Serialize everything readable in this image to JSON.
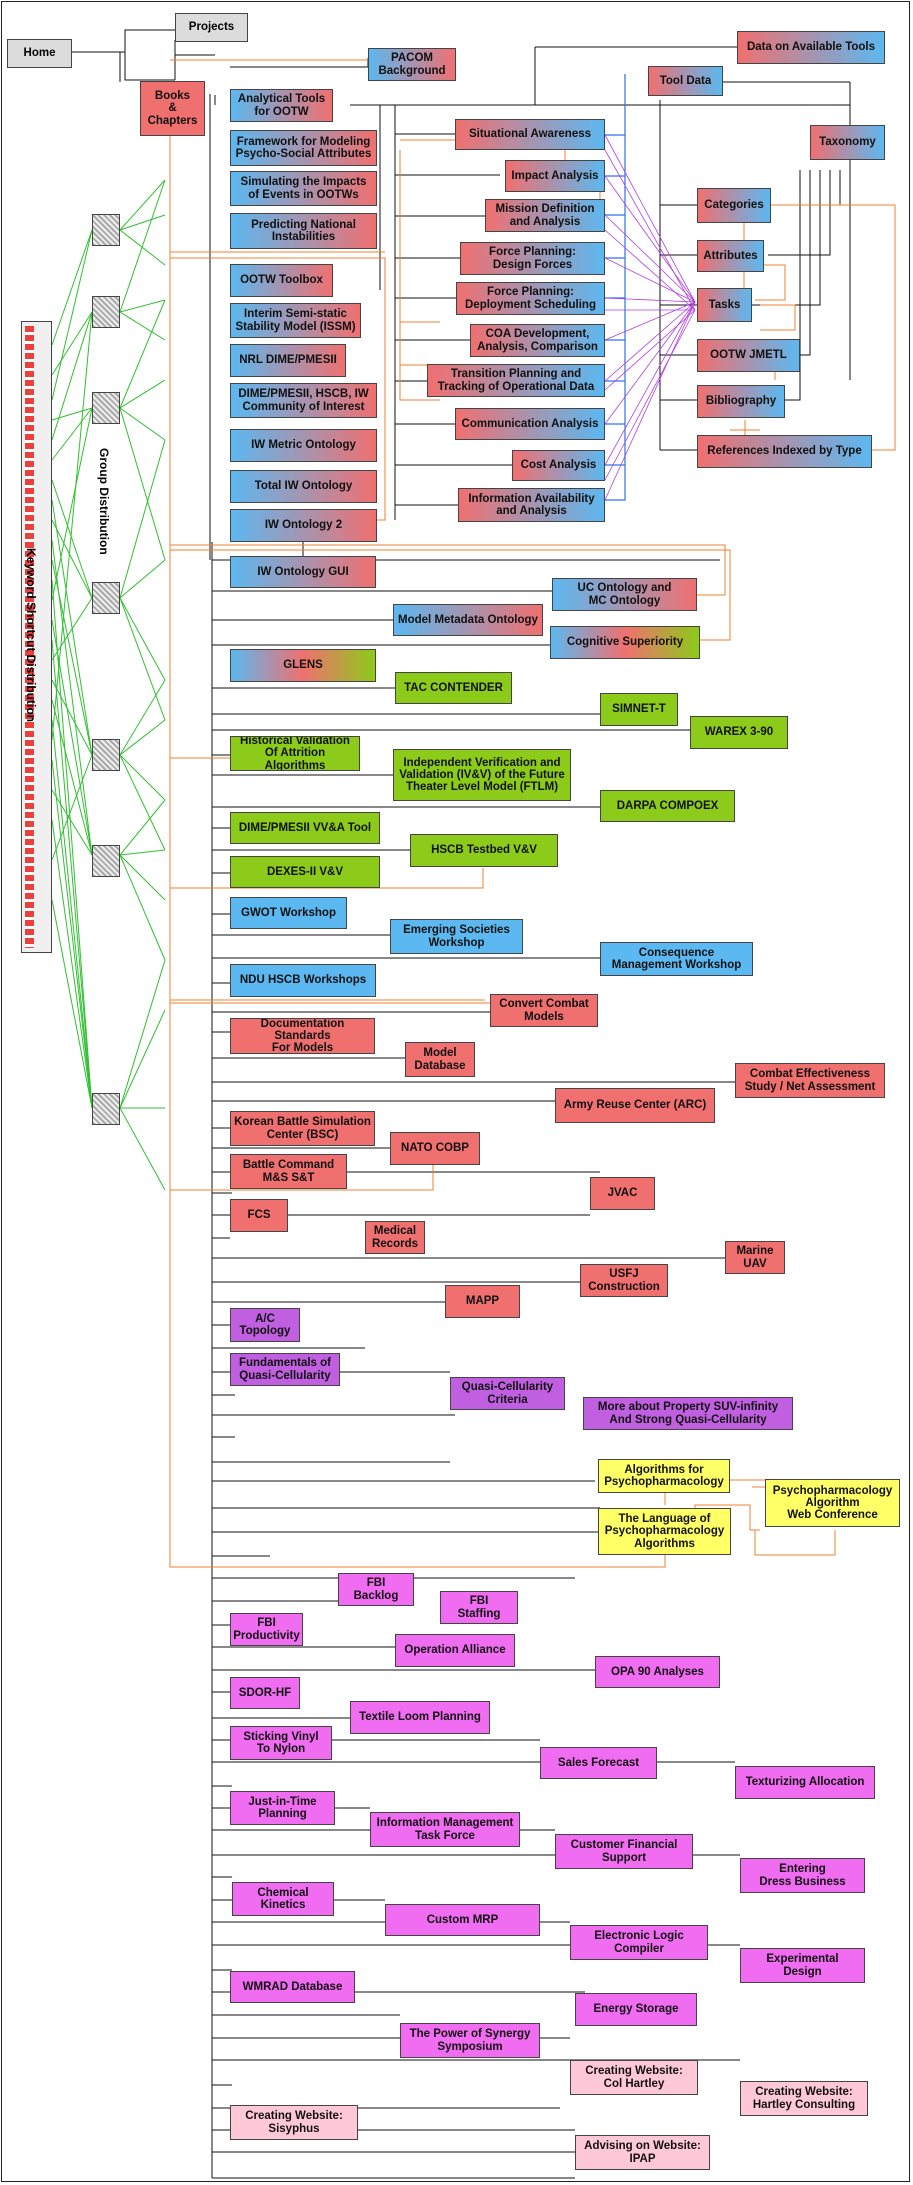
{
  "nav": {
    "home": "Home",
    "projects": "Projects",
    "books": "Books\n&\nChapters"
  },
  "side": {
    "keyword_label": "Keyword Shortcut Distribution",
    "group_label": "Group Distribution"
  },
  "nodes": {
    "pacom": "PACOM\nBackground",
    "data_tools": "Data on Available Tools",
    "tool_data": "Tool Data",
    "taxonomy": "Taxonomy",
    "analytical_tools": "Analytical Tools\nfor OOTW",
    "framework": "Framework for Modeling\nPsycho-Social Attributes",
    "simulating": "Simulating the Impacts\nof Events in OOTWs",
    "predicting": "Predicting National\nInstabilities",
    "ootw_toolbox": "OOTW Toolbox",
    "issm": "Interim Semi-static\nStability Model (ISSM)",
    "nrl": "NRL DIME/PMESII",
    "dime_coi": "DIME/PMESII, HSCB, IW\nCommunity of Interest",
    "iw_metric": "IW Metric Ontology",
    "total_iw": "Total IW Ontology",
    "iw_ontology2": "IW Ontology 2",
    "situational": "Situational Awareness",
    "impact": "Impact Analysis",
    "mission_def": "Mission Definition\nand Analysis",
    "fp_design": "Force Planning:\nDesign Forces",
    "fp_deploy": "Force Planning:\nDeployment Scheduling",
    "coa": "COA Development,\nAnalysis, Comparison",
    "transition": "Transition Planning and\nTracking of Operational Data",
    "communication": "Communication Analysis",
    "cost": "Cost Analysis",
    "info_avail": "Information Availability\nand Analysis",
    "categories": "Categories",
    "attributes": "Attributes",
    "tasks": "Tasks",
    "ootw_jmetl": "OOTW JMETL",
    "bibliography": "Bibliography",
    "references": "References Indexed by Type",
    "iw_gui": "IW Ontology GUI",
    "uc_ontology": "UC Ontology and\nMC Ontology",
    "model_metadata": "Model Metadata Ontology",
    "cognitive": "Cognitive Superiority",
    "glens": "GLENS",
    "tac": "TAC CONTENDER",
    "simnet": "SIMNET-T",
    "warex": "WAREX 3-90",
    "hist_valid": "Historical Validation\nOf Attrition Algorithms",
    "ivv": "Independent Verification and\nValidation (IV&V) of the Future\nTheater Level Model (FTLM)",
    "darpa": "DARPA COMPOEX",
    "dime_vva": "DIME/PMESII VV&A Tool",
    "hscb_testbed": "HSCB Testbed V&V",
    "dexes": "DEXES-II V&V",
    "gwot": "GWOT Workshop",
    "emerging": "Emerging Societies\nWorkshop",
    "consequence": "Consequence\nManagement Workshop",
    "ndu": "NDU HSCB Workshops",
    "convert": "Convert Combat\nModels",
    "doc_standards": "Documentation Standards\nFor Models",
    "model_db": "Model\nDatabase",
    "combat_eff": "Combat Effectiveness\nStudy / Net Assessment",
    "army_reuse": "Army Reuse Center (ARC)",
    "korean": "Korean Battle Simulation\nCenter (BSC)",
    "nato": "NATO COBP",
    "battle_cmd": "Battle Command\nM&S S&T",
    "jvac": "JVAC",
    "fcs": "FCS",
    "medical": "Medical\nRecords",
    "marine_uav": "Marine\nUAV",
    "usfj": "USFJ\nConstruction",
    "mapp": "MAPP",
    "ac_topology": "A/C\nTopology",
    "fund_quasi": "Fundamentals of\nQuasi-Cellularity",
    "quasi_criteria": "Quasi-Cellularity\nCriteria",
    "more_property": "More about Property SUV-infinity\nAnd Strong Quasi-Cellularity",
    "algorithms_psycho": "Algorithms for\nPsychopharmacology",
    "psycho_conf": "Psychopharmacology\nAlgorithm\nWeb Conference",
    "language_psycho": "The Language of\nPsychopharmacology\nAlgorithms",
    "fbi_backlog": "FBI\nBacklog",
    "fbi_staffing": "FBI\nStaffing",
    "fbi_productivity": "FBI\nProductivity",
    "op_alliance": "Operation Alliance",
    "opa90": "OPA 90 Analyses",
    "sdor": "SDOR-HF",
    "textile": "Textile Loom Planning",
    "sticking_vinyl": "Sticking Vinyl\nTo Nylon",
    "sales_forecast": "Sales Forecast",
    "texturizing": "Texturizing Allocation",
    "jit": "Just-in-Time\nPlanning",
    "info_mgmt": "Information Management\nTask Force",
    "customer_fin": "Customer Financial\nSupport",
    "entering_dress": "Entering\nDress Business",
    "chemical": "Chemical\nKinetics",
    "custom_mrp": "Custom MRP",
    "logic_compiler": "Electronic Logic\nCompiler",
    "exp_design": "Experimental\nDesign",
    "wmrad": "WMRAD Database",
    "energy": "Energy Storage",
    "synergy": "The Power of Synergy\nSymposium",
    "web_hartley": "Creating Website:\nCol Hartley",
    "web_consulting": "Creating Website:\nHartley Consulting",
    "web_sisyphus": "Creating Website:\nSisyphus",
    "web_ipap": "Advising on Website:\nIPAP"
  }
}
